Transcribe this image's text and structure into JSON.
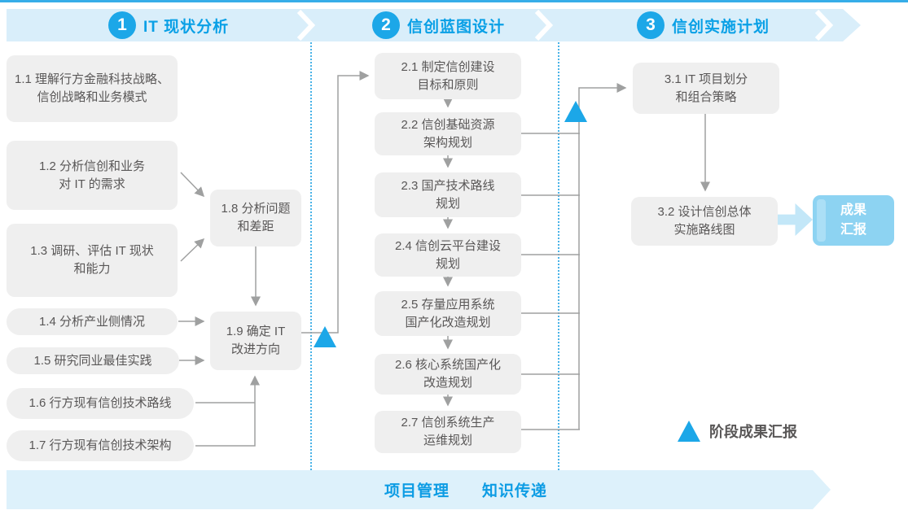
{
  "phases": [
    {
      "number": "1",
      "title": "IT 现状分析"
    },
    {
      "number": "2",
      "title": "信创蓝图设计"
    },
    {
      "number": "3",
      "title": "信创实施计划"
    }
  ],
  "phase1": {
    "steps": [
      {
        "label": "1.1 理解行方金融科技战略、\n信创战略和业务模式"
      },
      {
        "label": "1.2 分析信创和业务\n对 IT 的需求"
      },
      {
        "label": "1.3 调研、评估 IT 现状\n和能力"
      },
      {
        "label": "1.4 分析产业侧情况"
      },
      {
        "label": "1.5 研究同业最佳实践"
      },
      {
        "label": "1.6 行方现有信创技术路线"
      },
      {
        "label": "1.7 行方现有信创技术架构"
      },
      {
        "label": "1.8 分析问题\n和差距"
      },
      {
        "label": "1.9 确定 IT\n改进方向"
      }
    ]
  },
  "phase2": {
    "steps": [
      {
        "label": "2.1 制定信创建设\n目标和原则"
      },
      {
        "label": "2.2 信创基础资源\n架构规划"
      },
      {
        "label": "2.3 国产技术路线\n规划"
      },
      {
        "label": "2.4 信创云平台建设\n规划"
      },
      {
        "label": "2.5 存量应用系统\n国产化改造规划"
      },
      {
        "label": "2.6 核心系统国产化\n改造规划"
      },
      {
        "label": "2.7 信创系统生产\n运维规划"
      }
    ]
  },
  "phase3": {
    "steps": [
      {
        "label": "3.1 IT 项目划分\n和组合策略"
      },
      {
        "label": "3.2 设计信创总体\n实施路线图"
      }
    ],
    "result": {
      "label": "成果\n汇报"
    }
  },
  "bottom_banner": {
    "items": [
      {
        "label": "项目管理"
      },
      {
        "label": "知识传递"
      }
    ]
  },
  "legend": {
    "label": "阶段成果汇报"
  },
  "colors": {
    "accent_blue": "#1ca7e8",
    "ribbon_fill": "#d9eefa",
    "ribbon_text": "#0c9ce4",
    "box_fill": "#efefef",
    "box_text": "#595757",
    "connector_gray": "#9fa0a0",
    "divider_dotted_blue": "#47b2e7",
    "result_box_fill": "#8dd3f2",
    "result_box_stripe": "#abdff6",
    "block_arrow_fill": "#c3e7f8"
  }
}
